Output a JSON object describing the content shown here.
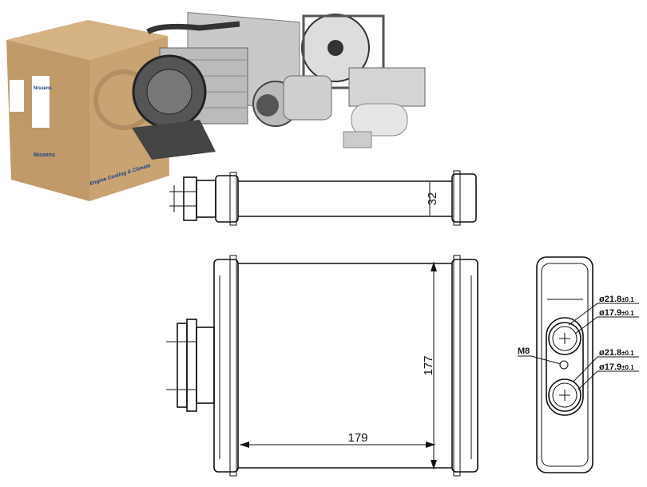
{
  "brand": {
    "logo_text": "Nissens",
    "box_slogan": "Engine Cooling & Climate",
    "accent": "#c8a070"
  },
  "dimensions": {
    "height_thickness": "32",
    "core_height": "177",
    "core_width": "179"
  },
  "ports": {
    "thread": "M8",
    "outer_diameter_1": "ø21.8",
    "inner_diameter_1": "ø17.9",
    "outer_diameter_2": "ø21.8",
    "inner_diameter_2": "ø17.9",
    "tolerance": "±0.1"
  }
}
